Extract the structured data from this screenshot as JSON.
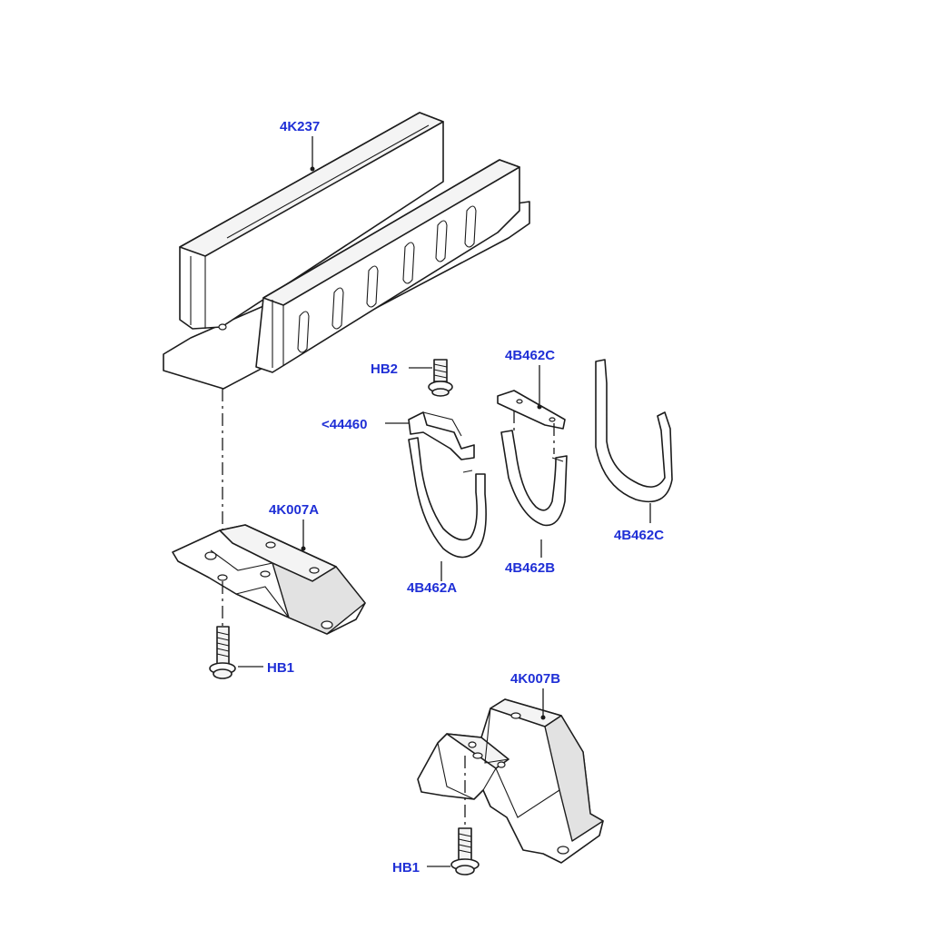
{
  "callouts": {
    "c_4k237": "4K237",
    "c_hb2": "HB2",
    "c_4b462c_top": "4B462C",
    "c_44460": "<44460",
    "c_4k007a": "4K007A",
    "c_4b462c_right": "4B462C",
    "c_4b462b": "4B462B",
    "c_4b462a": "4B462A",
    "c_hb1_left": "HB1",
    "c_4k007b": "4K007B",
    "c_hb1_bottom": "HB1"
  },
  "colors": {
    "callout_text": "#1f2fd6",
    "line_art": "#1c1c1c",
    "background": "#ffffff"
  }
}
